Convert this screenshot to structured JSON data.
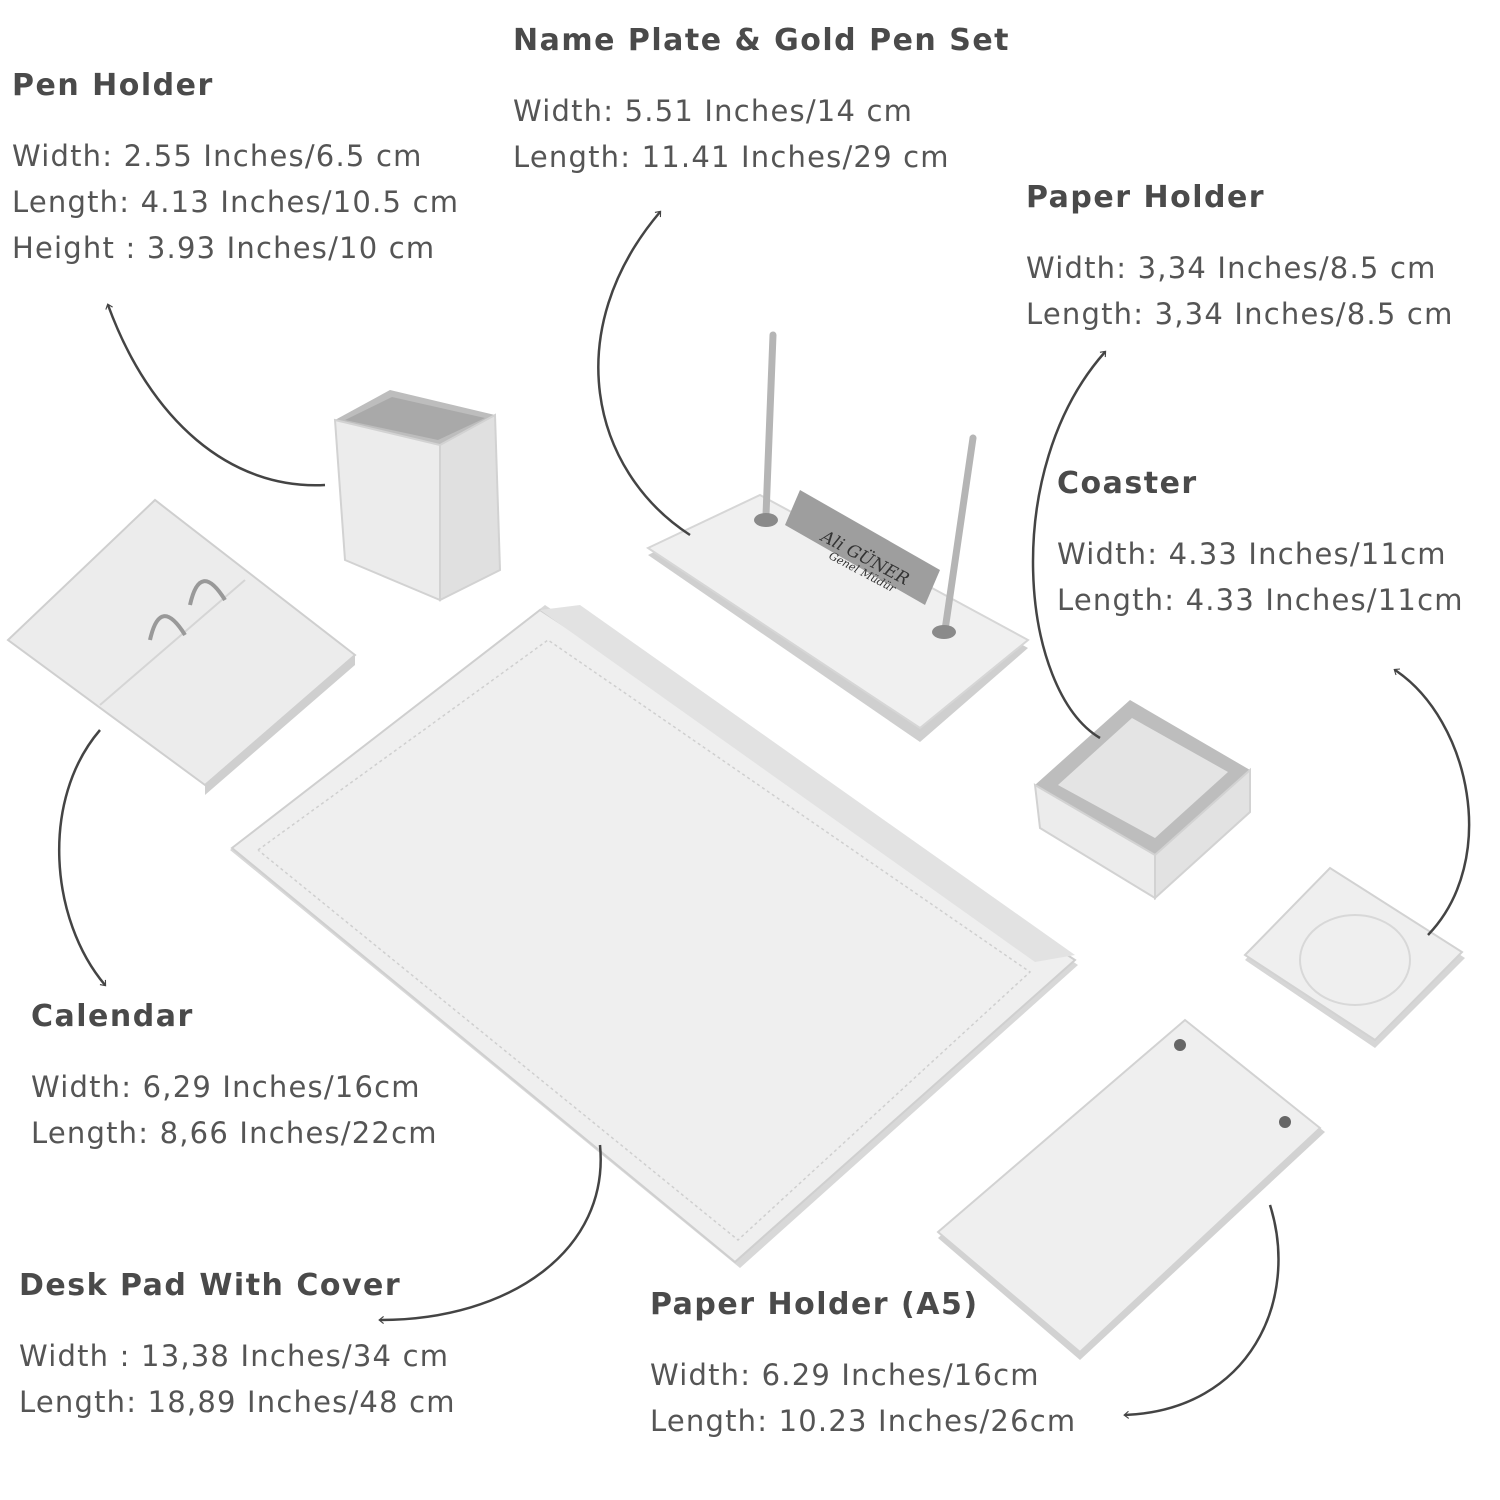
{
  "items": {
    "pen_holder": {
      "title": "Pen Holder",
      "specs": [
        "Width: 2.55 Inches/6.5 cm",
        "Length: 4.13 Inches/10.5 cm",
        "Height : 3.93 Inches/10 cm"
      ]
    },
    "name_plate": {
      "title": "Name Plate & Gold Pen Set",
      "specs": [
        "Width: 5.51 Inches/14 cm",
        "Length: 11.41 Inches/29 cm"
      ],
      "plate_name": "Ali GÜNER",
      "plate_role": "Genel Müdür"
    },
    "paper_holder": {
      "title": "Paper Holder",
      "specs": [
        "Width: 3,34 Inches/8.5 cm",
        "Length: 3,34 Inches/8.5 cm"
      ]
    },
    "coaster": {
      "title": "Coaster",
      "specs": [
        "Width: 4.33 Inches/11cm",
        "Length: 4.33 Inches/11cm"
      ]
    },
    "calendar": {
      "title": "Calendar",
      "specs": [
        "Width: 6,29 Inches/16cm",
        "Length: 8,66 Inches/22cm"
      ]
    },
    "desk_pad": {
      "title": "Desk Pad With Cover",
      "specs": [
        "Width : 13,38 Inches/34 cm",
        "Length: 18,89 Inches/48 cm"
      ]
    },
    "paper_holder_a5": {
      "title": "Paper Holder (A5)",
      "specs": [
        "Width: 6.29 Inches/16cm",
        "Length: 10.23 Inches/26cm"
      ]
    }
  },
  "colors": {
    "text": "#4a4a4a",
    "product": "#ececec",
    "shadow": "#c9c9c9",
    "arrow": "#444444"
  }
}
